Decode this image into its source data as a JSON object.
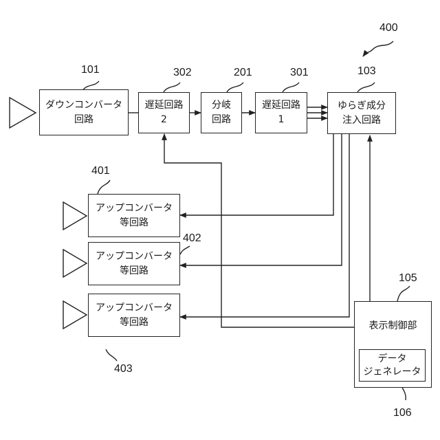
{
  "figure_number": "400",
  "blocks": {
    "down_converter": {
      "ref": "101",
      "line1": "ダウンコンバータ",
      "line2": "回路"
    },
    "delay2": {
      "ref": "302",
      "line1": "遅延回路",
      "line2": "2"
    },
    "branch": {
      "ref": "201",
      "line1": "分岐",
      "line2": "回路"
    },
    "delay1": {
      "ref": "301",
      "line1": "遅延回路",
      "line2": "1"
    },
    "fluct_inject": {
      "ref": "103",
      "line1": "ゆらぎ成分",
      "line2": "注入回路"
    },
    "up1": {
      "ref": "401",
      "line1": "アップコンバータ",
      "line2": "等回路"
    },
    "up2": {
      "ref": "402",
      "line1": "アップコンバータ",
      "line2": "等回路"
    },
    "up3": {
      "ref": "403",
      "line1": "アップコンバータ",
      "line2": "等回路"
    },
    "display_ctrl": {
      "ref": "105",
      "label": "表示制御部"
    },
    "data_gen": {
      "ref": "106",
      "line1": "データ",
      "line2": "ジェネレータ"
    }
  },
  "colors": {
    "line": "#222222",
    "text": "#1a1a1a"
  }
}
